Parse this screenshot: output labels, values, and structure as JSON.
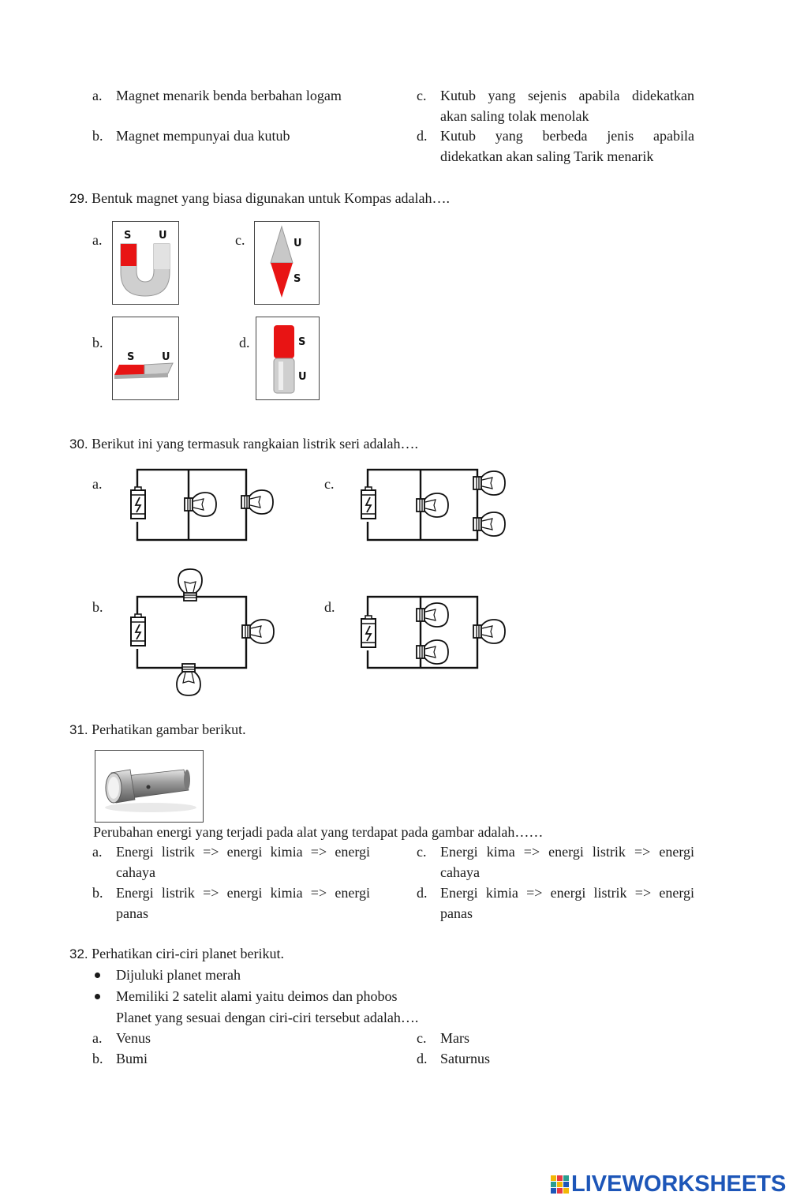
{
  "q28_options": {
    "a": {
      "letter": "a.",
      "text": "Magnet menarik benda berbahan logam"
    },
    "b": {
      "letter": "b.",
      "text": "Magnet mempunyai dua kutub"
    },
    "c": {
      "letter": "c.",
      "line1": "Kutub yang sejenis apabila didekatkan",
      "line2": "akan saling tolak menolak"
    },
    "d": {
      "letter": "d.",
      "line1": "Kutub yang berbeda jenis apabila",
      "line2": "didekatkan akan saling Tarik menarik"
    }
  },
  "q29": {
    "number": "29.",
    "text": "Bentuk magnet yang biasa digunakan untuk Kompas adalah….",
    "options": {
      "a": "a.",
      "b": "b.",
      "c": "c.",
      "d": "d."
    },
    "pole_s": "S",
    "pole_u": "U"
  },
  "q30": {
    "number": "30.",
    "text": "Berikut ini yang termasuk rangkaian listrik seri adalah….",
    "options": {
      "a": "a.",
      "b": "b.",
      "c": "c.",
      "d": "d."
    }
  },
  "q31": {
    "number": "31.",
    "text": "Perhatikan gambar berikut.",
    "subtext": "Perubahan energi yang terjadi pada alat yang terdapat pada gambar adalah……",
    "options": {
      "a": {
        "letter": "a.",
        "line1": "Energi listrik => energi kimia => energi",
        "line2": "cahaya"
      },
      "b": {
        "letter": "b.",
        "line1": "Energi listrik => energi kimia => energi",
        "line2": "panas"
      },
      "c": {
        "letter": "c.",
        "line1": "Energi kima => energi listrik => energi",
        "line2": "cahaya"
      },
      "d": {
        "letter": "d.",
        "line1": "Energi kimia => energi listrik => energi",
        "line2": "panas"
      }
    }
  },
  "q32": {
    "number": "32.",
    "text": "Perhatikan ciri-ciri planet berikut.",
    "bullets": [
      "Dijuluki planet merah",
      "Memiliki 2 satelit alami yaitu deimos dan phobos"
    ],
    "subtext": "Planet yang sesuai dengan ciri-ciri tersebut adalah….",
    "options": {
      "a": {
        "letter": "a.",
        "text": "Venus"
      },
      "b": {
        "letter": "b.",
        "text": "Bumi"
      },
      "c": {
        "letter": "c.",
        "text": "Mars"
      },
      "d": {
        "letter": "d.",
        "text": "Saturnus"
      }
    }
  },
  "watermark": "LIVEWORKSHEETS",
  "colors": {
    "magnet_red": "#e81414",
    "magnet_grey": "#c8c8c8",
    "watermark_blue": "#1d56b8"
  }
}
